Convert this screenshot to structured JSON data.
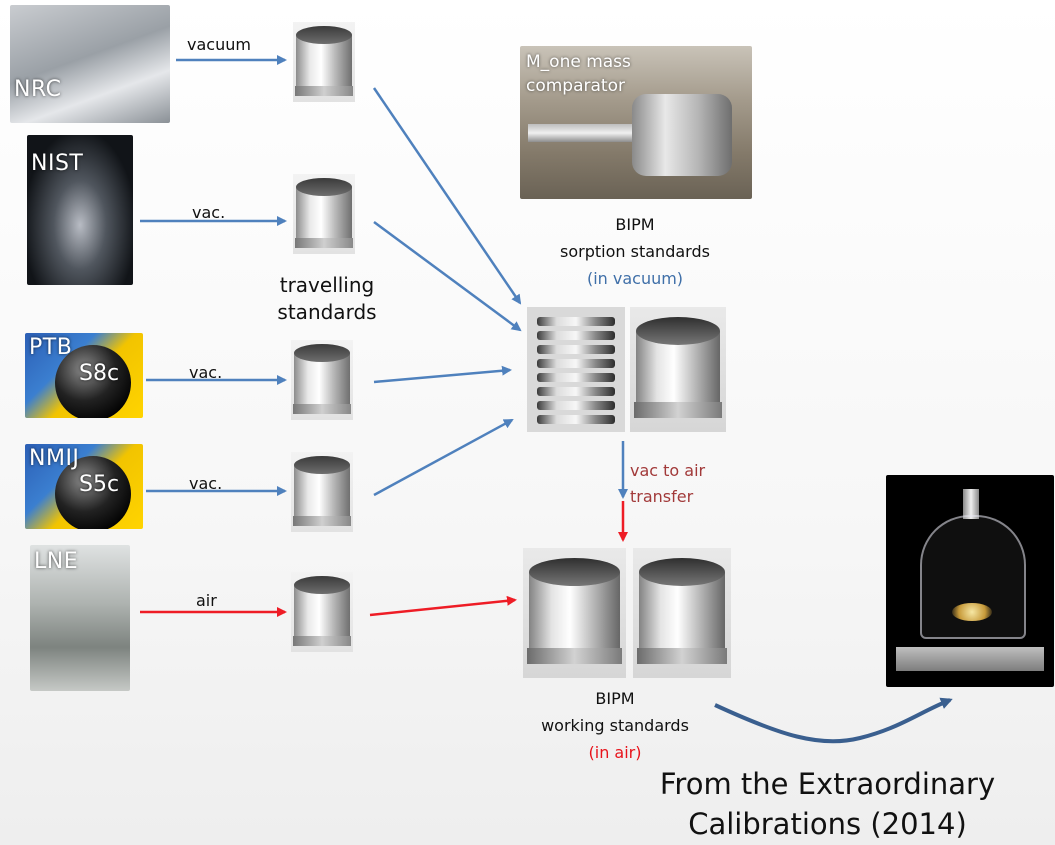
{
  "labs": {
    "nrc": {
      "label": "NRC"
    },
    "nist": {
      "label": "NIST"
    },
    "ptb": {
      "label": "PTB",
      "sub": "S8c"
    },
    "nmij": {
      "label": "NMIJ",
      "sub": "S5c"
    },
    "lne": {
      "label": "LNE"
    }
  },
  "links": {
    "nrc": "vacuum",
    "nist": "vac.",
    "ptb": "vac.",
    "nmij": "vac.",
    "lne": "air"
  },
  "travelling_label": {
    "line1": "travelling",
    "line2": "standards"
  },
  "comparator": {
    "line1": "M_one mass",
    "line2": "comparator"
  },
  "sorption": {
    "line1": "BIPM",
    "line2": "sorption standards",
    "line3": "(in vacuum)"
  },
  "transfer": {
    "line1": "vac to air",
    "line2": "transfer"
  },
  "working": {
    "line1": "BIPM",
    "line2": "working standards",
    "line3": "(in air)"
  },
  "caption": {
    "line1": "From the Extraordinary",
    "line2": "Calibrations (2014)"
  },
  "colors": {
    "blue_arrow": "#4f81bd",
    "red_arrow": "#ee1c25",
    "curve": "#3a5f8f"
  }
}
